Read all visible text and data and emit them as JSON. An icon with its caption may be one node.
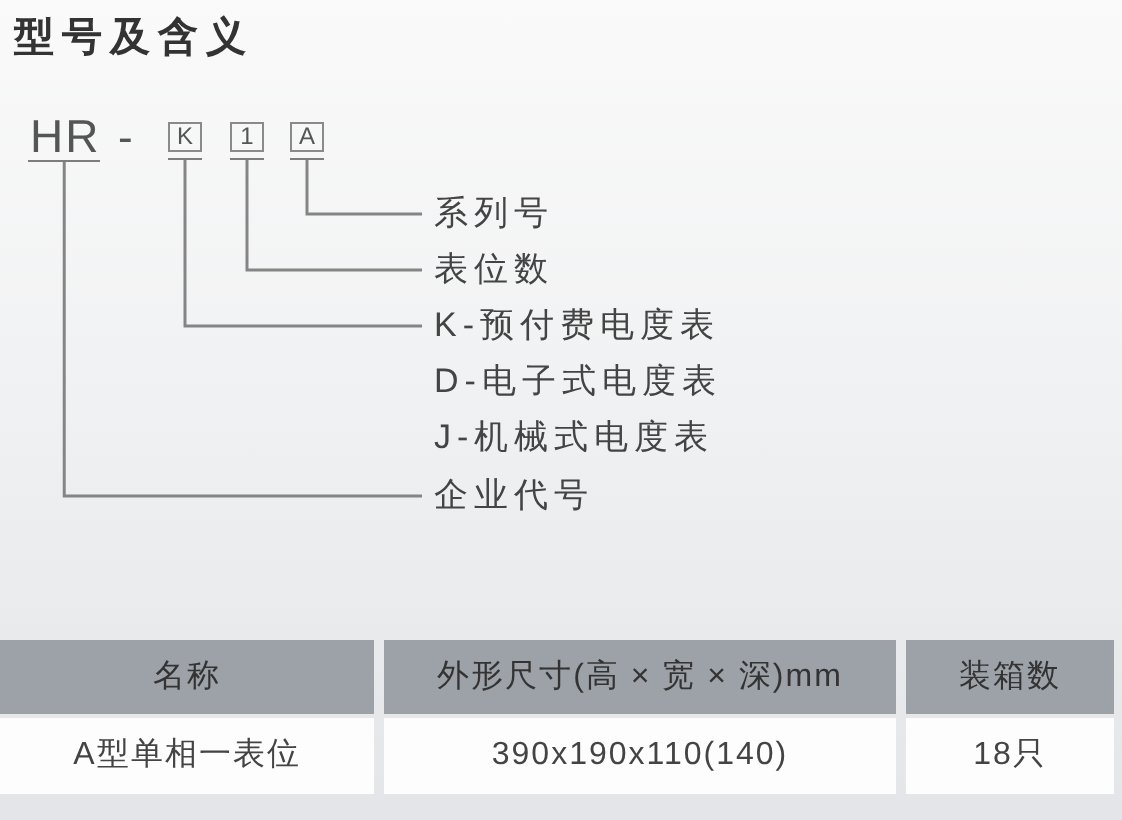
{
  "diagram": {
    "title": "型号及含义",
    "nodes": [
      {
        "text": [
          "HR"
        ]
      },
      {
        "text": [
          "K"
        ]
      },
      {
        "text": [
          "1"
        ]
      },
      {
        "text": [
          "A"
        ]
      },
      {
        "text": [
          "系列号"
        ]
      },
      {
        "text": [
          "表位数"
        ]
      },
      {
        "text": [
          "K-预付费电度表"
        ]
      },
      {
        "text": [
          "企业代号"
        ]
      }
    ],
    "edges": [
      {
        "from": 4,
        "to": 3,
        "arrow": "none"
      },
      {
        "from": 5,
        "to": 2,
        "arrow": "none"
      },
      {
        "from": 6,
        "to": 1,
        "arrow": "none"
      },
      {
        "from": 7,
        "to": 0,
        "arrow": "none"
      }
    ],
    "labels": [
      "-",
      "D-电子式电度表",
      "J-机械式电度表",
      "名称",
      "外形尺寸(高 × 宽 × 深)mm",
      "装箱数",
      "A型单相一表位",
      "390x190x110(140)",
      "18只"
    ]
  }
}
